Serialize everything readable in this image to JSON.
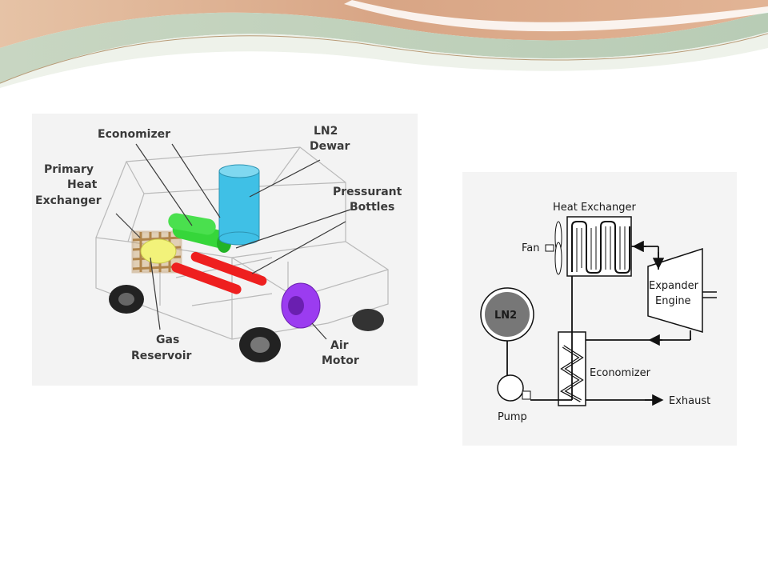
{
  "slide": {
    "theme_colors": {
      "wave_top": "#dcae8a",
      "wave_mid": "#b7cbb6",
      "wave_light": "#eef2ea",
      "accent_line": "#b89a76"
    }
  },
  "car_diagram": {
    "labels": {
      "economizer": "Economizer",
      "ln2_line1": "LN2",
      "ln2_line2": "Dewar",
      "primary_line1": "Primary",
      "primary_line2": "Heat",
      "primary_line3": "Exchanger",
      "pressurant_line1": "Pressurant",
      "pressurant_line2": "Bottles",
      "gas_line1": "Gas",
      "gas_line2": "Reservoir",
      "air_line1": "Air",
      "air_line2": "Motor"
    },
    "component_colors": {
      "dewar": "#3fc0e6",
      "economizer": "#36d63a",
      "reservoir": "#f2f27a",
      "heat_exchanger": "#b0844a",
      "pressurant_bottles": "#ee1f1f",
      "air_motor": "#9b3cf0"
    }
  },
  "cycle_diagram": {
    "labels": {
      "heat_exchanger": "Heat Exchanger",
      "fan": "Fan",
      "expander_line1": "Expander",
      "expander_line2": "Engine",
      "ln2": "LN2",
      "economizer": "Economizer",
      "exhaust": "Exhaust",
      "pump": "Pump"
    }
  }
}
